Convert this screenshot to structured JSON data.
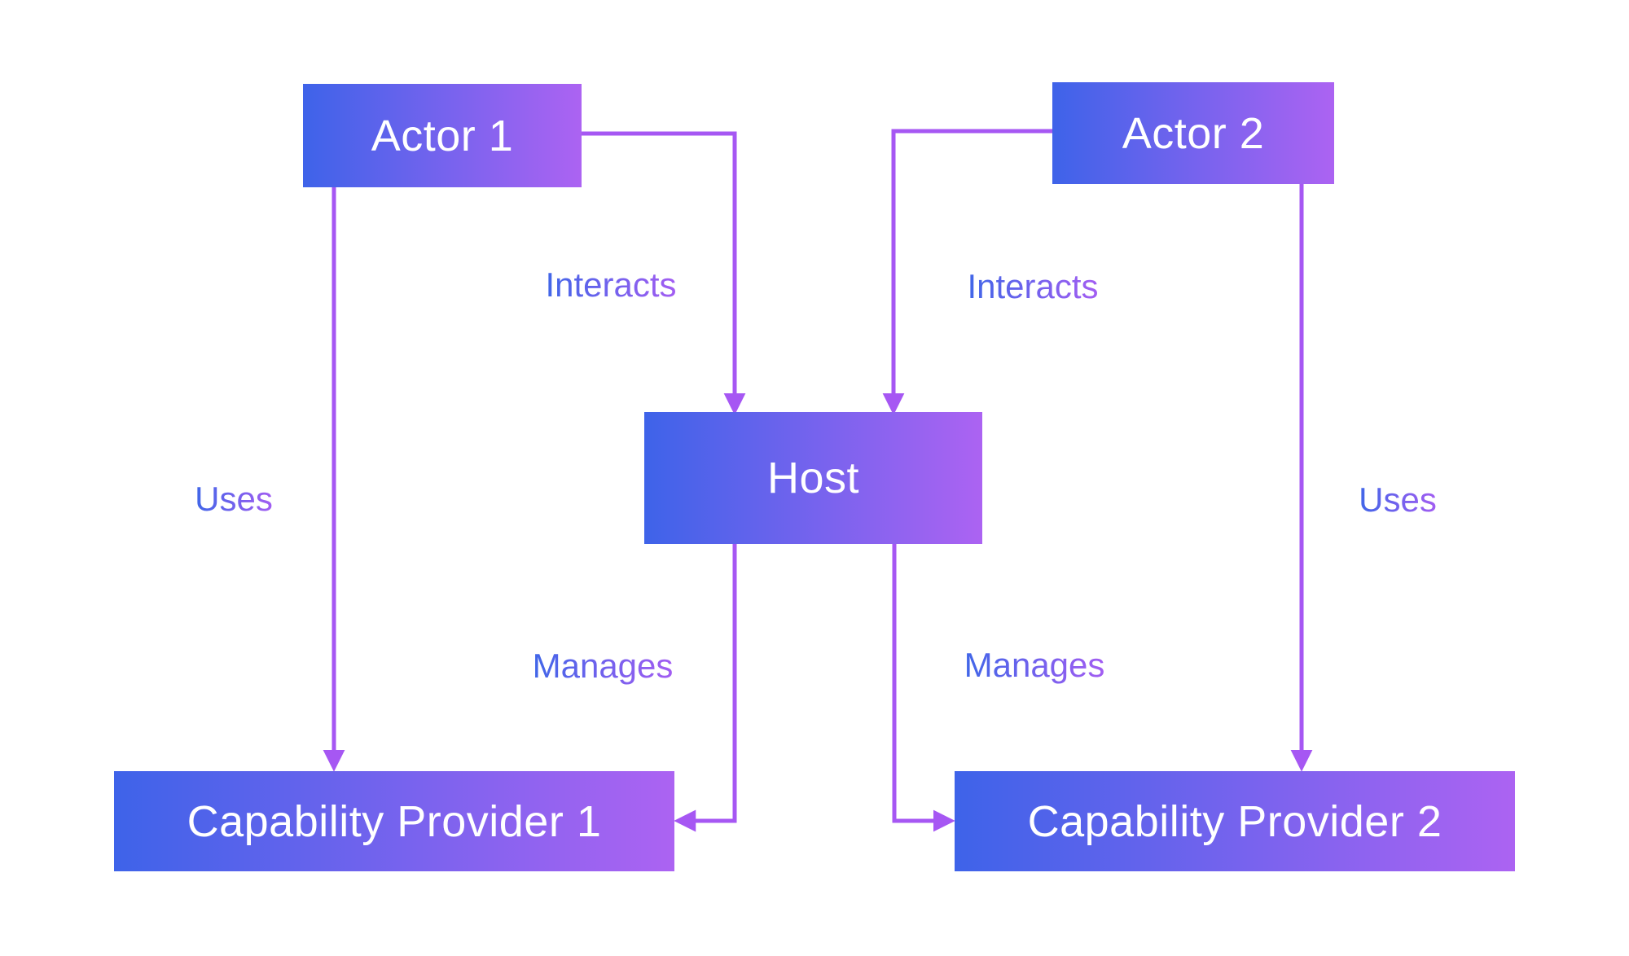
{
  "diagram": {
    "title": "wasmCloud-style actor/host/capability-provider relationship diagram",
    "nodes": [
      {
        "id": "actor1",
        "label": "Actor 1"
      },
      {
        "id": "actor2",
        "label": "Actor 2"
      },
      {
        "id": "host",
        "label": "Host"
      },
      {
        "id": "cp1",
        "label": "Capability Provider 1"
      },
      {
        "id": "cp2",
        "label": "Capability Provider 2"
      }
    ],
    "edges": [
      {
        "from": "actor1",
        "to": "host",
        "label": "Interacts"
      },
      {
        "from": "actor2",
        "to": "host",
        "label": "Interacts"
      },
      {
        "from": "actor1",
        "to": "cp1",
        "label": "Uses"
      },
      {
        "from": "actor2",
        "to": "cp2",
        "label": "Uses"
      },
      {
        "from": "host",
        "to": "cp1",
        "label": "Manages"
      },
      {
        "from": "host",
        "to": "cp2",
        "label": "Manages"
      }
    ],
    "colors": {
      "background": "#ffffff",
      "node_gradient_start": "#3e63e9",
      "node_gradient_end": "#ac63f2",
      "node_text": "#ffffff",
      "connector": "#a657f3",
      "label_gradient_start": "#4066e8",
      "label_gradient_end": "#a35df2"
    }
  }
}
